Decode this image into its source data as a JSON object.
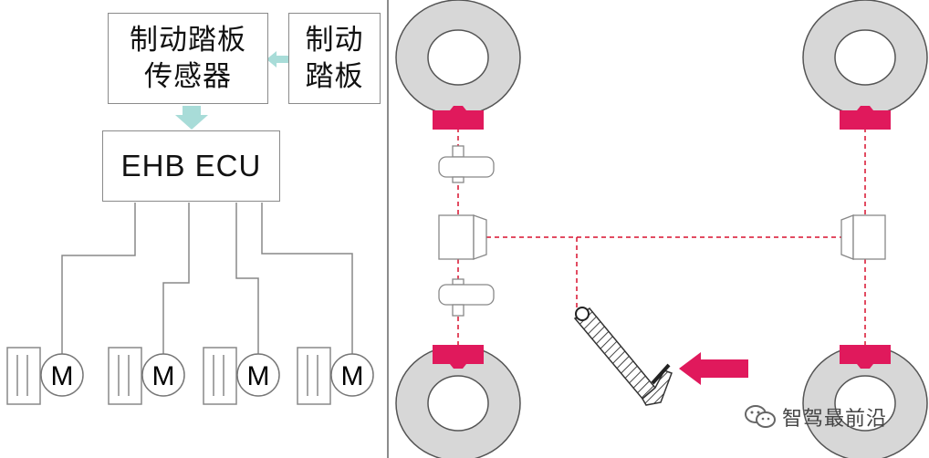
{
  "labels": {
    "sensor": "制动踏板\n传感器",
    "pedal": "制动\n踏板",
    "ecu": "EHB ECU",
    "motor": "M"
  },
  "watermark": {
    "text": "智驾最前沿"
  },
  "colors": {
    "pad": "#e0195c",
    "brake_line": "#d9102f",
    "arrow": "#e0195c",
    "flow_arrow": "#a8dcd8",
    "wheel": "#d7d7d7",
    "outline": "#555555"
  },
  "icons": [
    "wechat-icon",
    "motor-icon",
    "brake-pedal-icon",
    "pedal-force-arrow-icon"
  ]
}
